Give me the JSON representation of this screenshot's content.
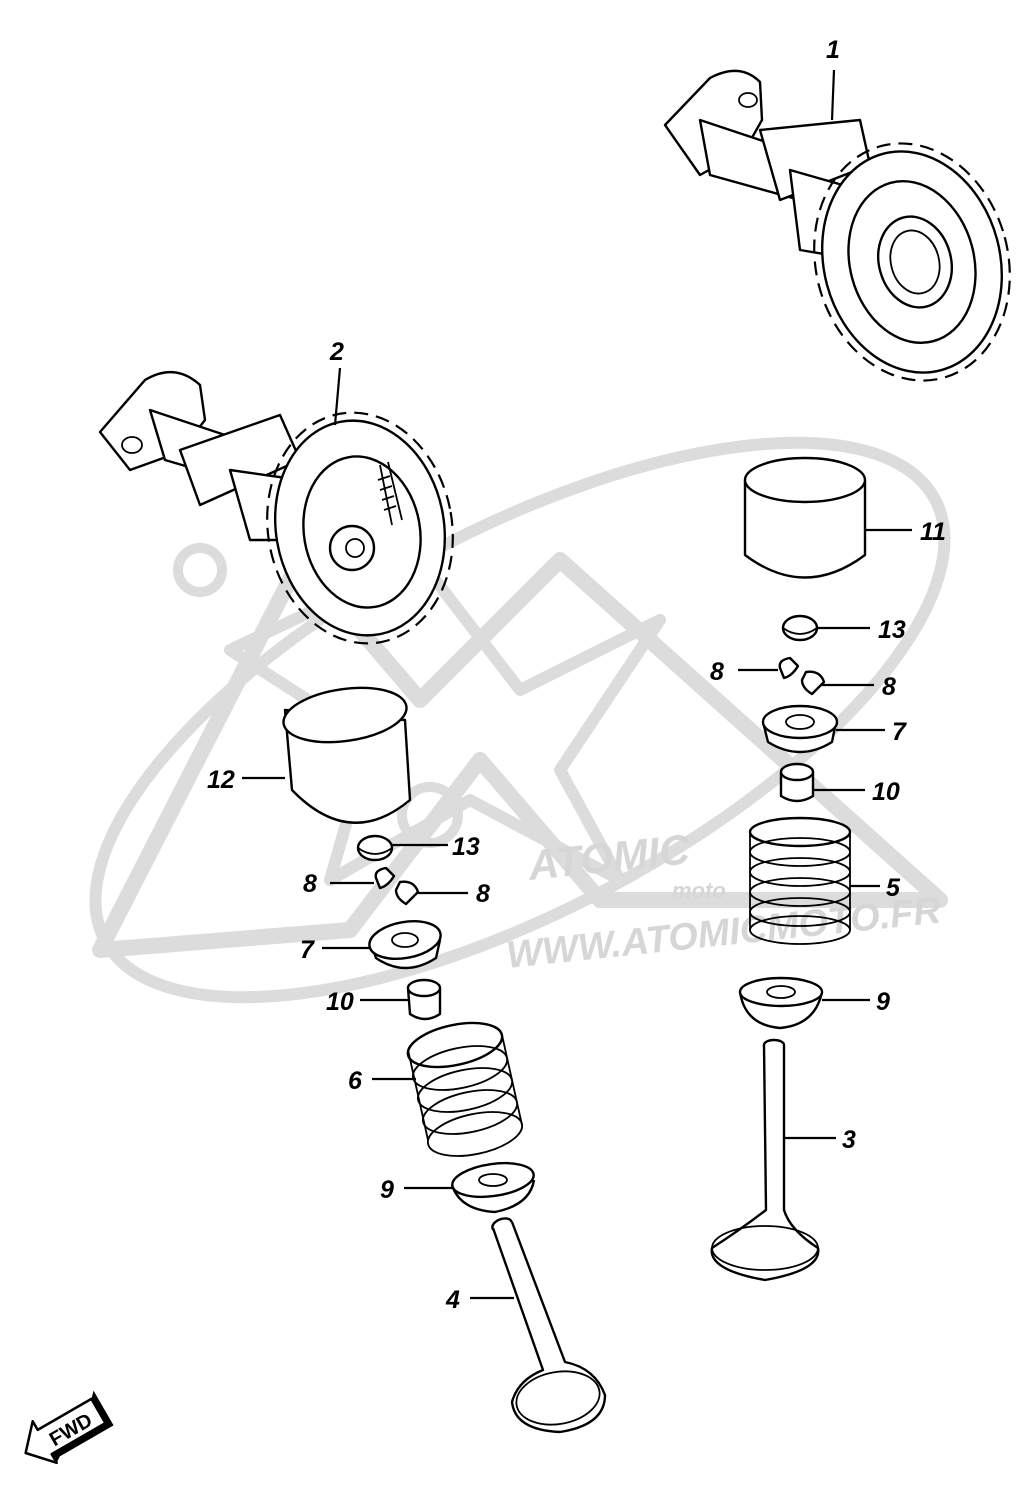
{
  "diagram": {
    "callouts": [
      {
        "id": "cam-1",
        "text": "1"
      },
      {
        "id": "cam-2",
        "text": "2"
      },
      {
        "id": "valve-3",
        "text": "3"
      },
      {
        "id": "valve-4",
        "text": "4"
      },
      {
        "id": "spring-5",
        "text": "5"
      },
      {
        "id": "spring-6",
        "text": "6"
      },
      {
        "id": "retainer-7-right",
        "text": "7"
      },
      {
        "id": "retainer-7-left",
        "text": "7"
      },
      {
        "id": "cotter-8-right-a",
        "text": "8"
      },
      {
        "id": "cotter-8-right-b",
        "text": "8"
      },
      {
        "id": "cotter-8-left-a",
        "text": "8"
      },
      {
        "id": "cotter-8-left-b",
        "text": "8"
      },
      {
        "id": "seat-9-right",
        "text": "9"
      },
      {
        "id": "seat-9-left",
        "text": "9"
      },
      {
        "id": "seal-10-right",
        "text": "10"
      },
      {
        "id": "seal-10-left",
        "text": "10"
      },
      {
        "id": "tappet-11",
        "text": "11"
      },
      {
        "id": "tappet-12",
        "text": "12"
      },
      {
        "id": "shim-13-right",
        "text": "13"
      },
      {
        "id": "shim-13-left",
        "text": "13"
      }
    ],
    "fwd_label": "FWD"
  },
  "watermark": {
    "brand": "ATOMIC",
    "tagline": "moto",
    "url": "WWW.ATOMICMOTO.FR"
  }
}
